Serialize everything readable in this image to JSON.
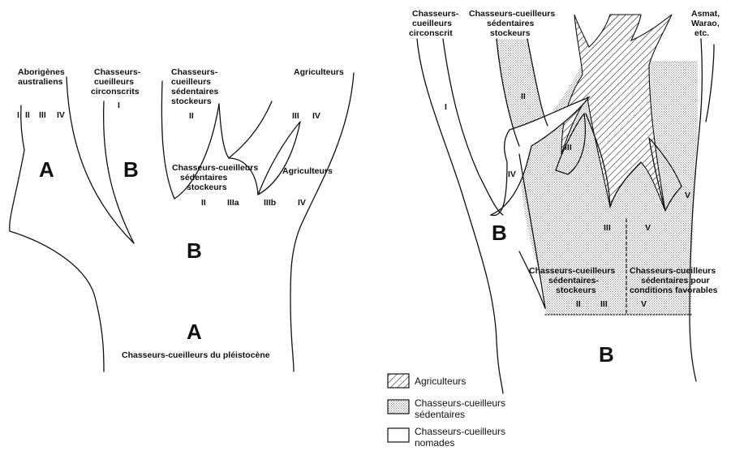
{
  "panel_left": {
    "labels": {
      "aborigenes": [
        "Aborigènes",
        "australiens"
      ],
      "chasseurs_circ": [
        "Chasseurs-",
        "cueilleurs",
        "circonscrits"
      ],
      "chasseurs_sed": [
        "Chasseurs-",
        "cueilleurs",
        "sédentaires",
        "stockeurs"
      ],
      "agriculteurs_top": "Agriculteurs",
      "chasseurs_sed_mid": [
        "Chasseurs-cueilleurs",
        "sédentaires",
        "stockeurs"
      ],
      "agriculteurs_mid": "Agriculteurs",
      "pleistocene": "Chasseurs-cueilleurs du pléistocène"
    },
    "roman": {
      "abo_i": "I",
      "abo_ii": "II",
      "abo_iii": "III",
      "abo_iv": "IV",
      "circ_i": "I",
      "sed_ii": "II",
      "agri_iii": "III",
      "agri_iv": "IV",
      "mid_ii": "II",
      "mid_iiia": "IIIa",
      "mid_iiib": "IIIb",
      "mid_iv": "IV"
    },
    "letters": {
      "a_left": "A",
      "b_left": "B",
      "b_center": "B",
      "a_bottom": "A"
    }
  },
  "panel_right": {
    "labels": {
      "chasseurs_circ": [
        "Chasseurs-",
        "cueilleurs",
        "circonscrit"
      ],
      "chasseurs_sed": [
        "Chasseurs-cueilleurs",
        "sédentaires",
        "stockeurs"
      ],
      "asmat": [
        "Asmat,",
        "Warao,",
        "etc."
      ],
      "sed_stockeurs": [
        "Chasseurs-cueilleurs",
        "sédentaires-",
        "stockeurs"
      ],
      "sed_favorables": [
        "Chasseurs-cueilleurs",
        "sédentaires pour",
        "conditions favorables"
      ]
    },
    "roman": {
      "i": "I",
      "ii": "II",
      "iii_branch": "III",
      "iv": "IV",
      "v_branch": "V",
      "iii_base": "III",
      "v_base": "V",
      "ii_low": "II",
      "iii_low": "III",
      "v_low": "V"
    },
    "letters": {
      "b_mid": "B",
      "b_bottom": "B"
    }
  },
  "legend": {
    "agriculteurs": "Agriculteurs",
    "sedentaires": [
      "Chasseurs-cueilleurs",
      "sédentaires"
    ],
    "nomades": [
      "Chasseurs-cueilleurs",
      "nomades"
    ]
  }
}
